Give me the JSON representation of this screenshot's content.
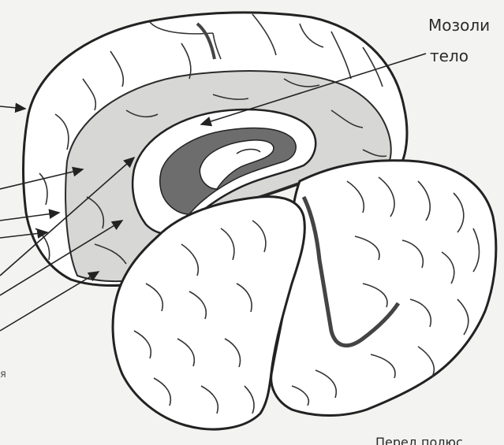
{
  "labels": {
    "corpus_callosum_line1": "Мозоли",
    "corpus_callosum_line2": "тело",
    "bottom_cut": "Перед полюс",
    "left_cut": "я"
  },
  "colors": {
    "background": "#f3f3f1",
    "brain_fill": "#ffffff",
    "limbic_fill": "#d8d8d6",
    "ventricle_dark": "#6f6f6f",
    "outline": "#222222"
  }
}
